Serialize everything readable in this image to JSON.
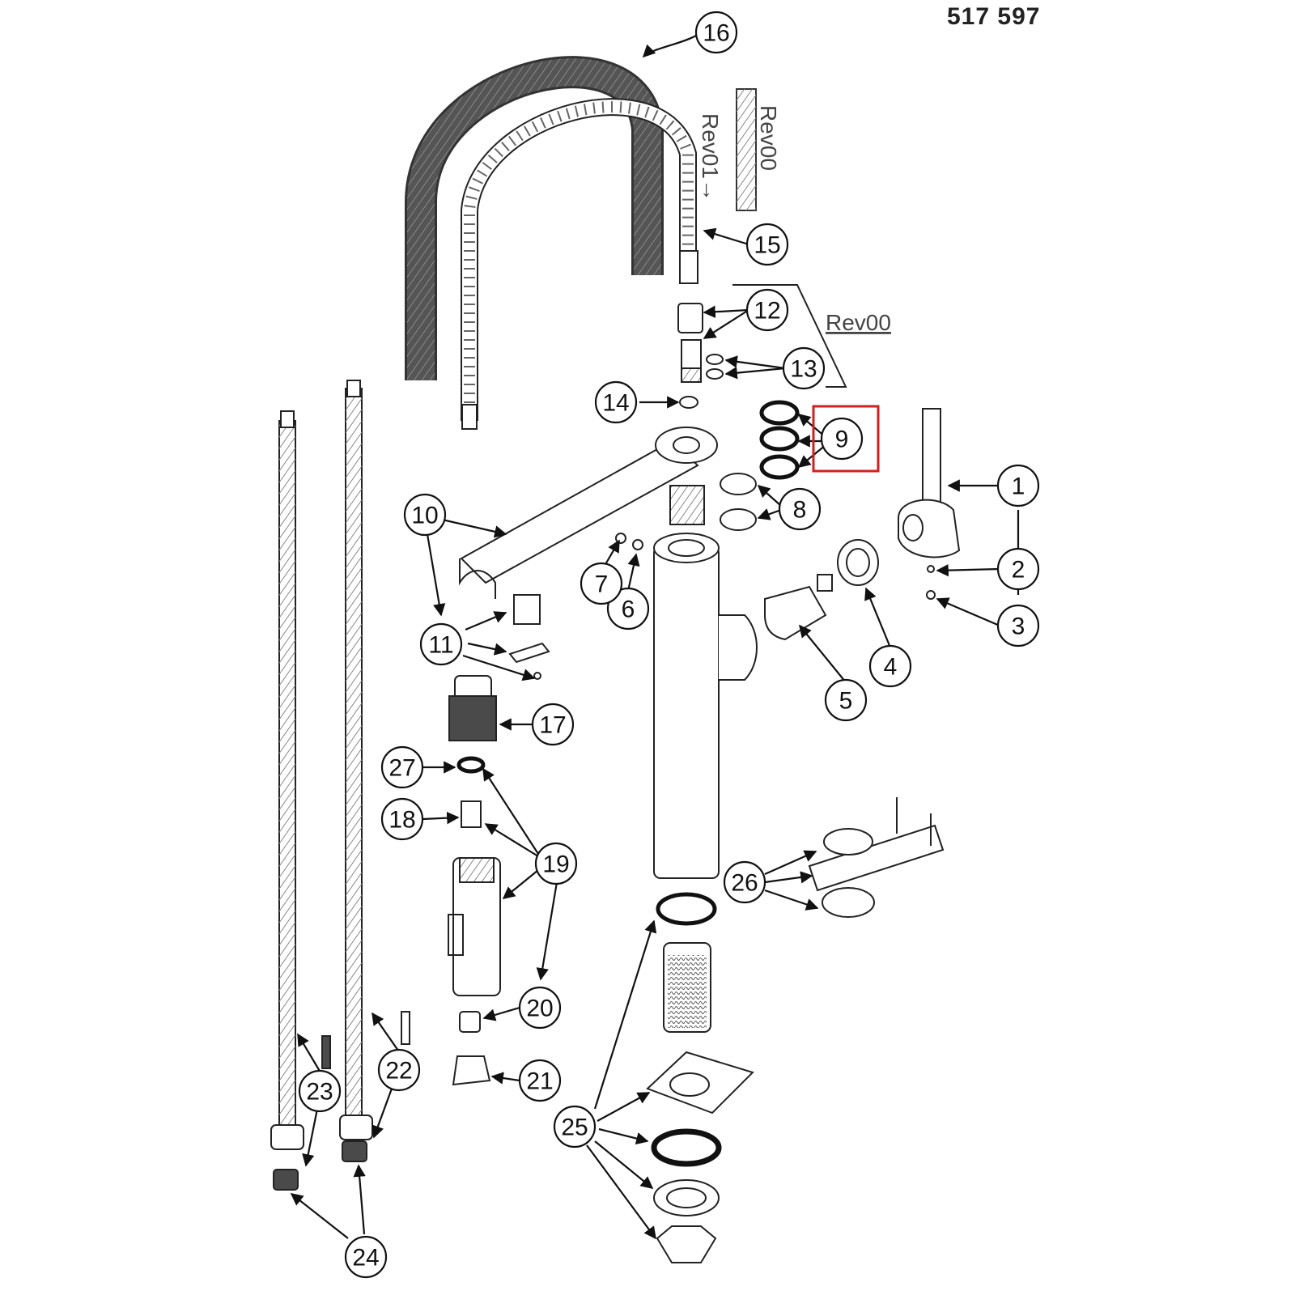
{
  "document": {
    "number": "517 597"
  },
  "revisions": {
    "rev00_a": "Rev00",
    "rev01": "Rev01→",
    "rev00_b": "Rev00"
  },
  "highlight": {
    "part": "9",
    "color": "#cc2222"
  },
  "callouts": [
    {
      "num": "1"
    },
    {
      "num": "2"
    },
    {
      "num": "3"
    },
    {
      "num": "4"
    },
    {
      "num": "5"
    },
    {
      "num": "6"
    },
    {
      "num": "7"
    },
    {
      "num": "8"
    },
    {
      "num": "9"
    },
    {
      "num": "10"
    },
    {
      "num": "11"
    },
    {
      "num": "12"
    },
    {
      "num": "13"
    },
    {
      "num": "14"
    },
    {
      "num": "15"
    },
    {
      "num": "16"
    },
    {
      "num": "17"
    },
    {
      "num": "18"
    },
    {
      "num": "19"
    },
    {
      "num": "20"
    },
    {
      "num": "21"
    },
    {
      "num": "22"
    },
    {
      "num": "23"
    },
    {
      "num": "24"
    },
    {
      "num": "25"
    },
    {
      "num": "26"
    },
    {
      "num": "27"
    }
  ]
}
